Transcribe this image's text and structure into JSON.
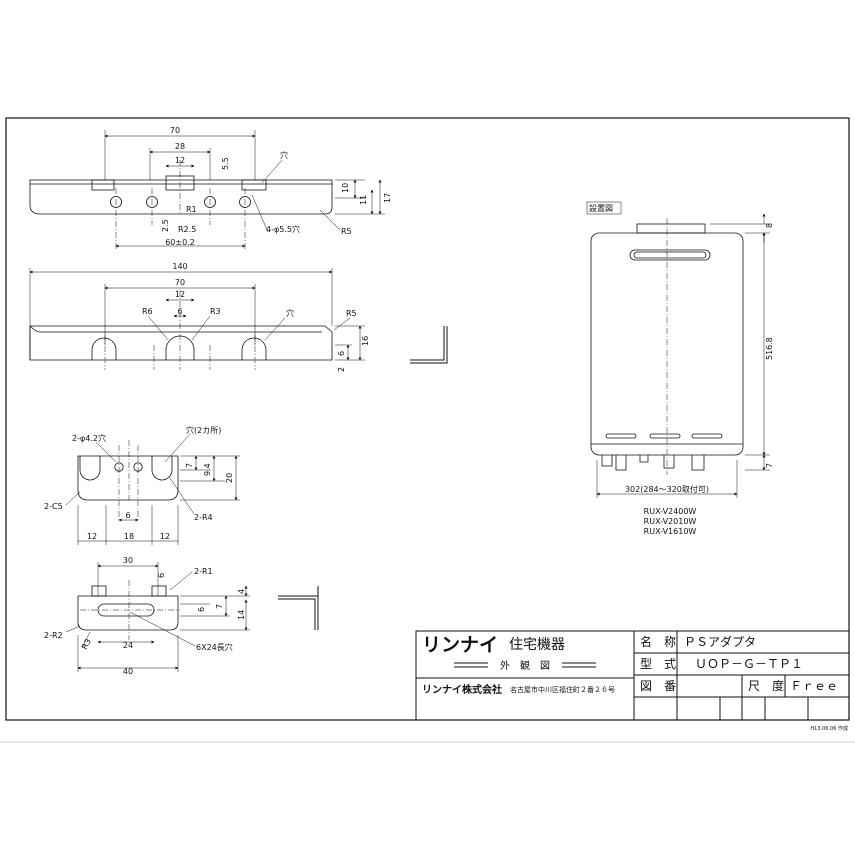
{
  "part_views": {
    "view1": {
      "dims": [
        "70",
        "28",
        "12",
        "5.5",
        "10",
        "11",
        "17",
        "2.5",
        "R2.5",
        "60±0.2",
        "4-φ5.5穴",
        "R5",
        "穴",
        "R1"
      ]
    },
    "view2": {
      "dims": [
        "140",
        "70",
        "12",
        "R6",
        "6",
        "R3",
        "穴",
        "R5",
        "6",
        "16",
        "2"
      ]
    },
    "view3": {
      "dims": [
        "2-φ4.2穴",
        "穴(2カ所)",
        "7",
        "9.4",
        "20",
        "2-C5",
        "6",
        "2-R4",
        "12",
        "18",
        "12"
      ]
    },
    "view4": {
      "dims": [
        "30",
        "2-R1",
        "6",
        "4",
        "7",
        "14",
        "2-R2",
        "R3",
        "24",
        "6X24長穴",
        "40",
        "6"
      ]
    }
  },
  "install_view": {
    "title": "設置図",
    "dim_top": "8",
    "dim_height": "516.8",
    "dim_bottom": "7",
    "dim_width": "302(284～320取付可)",
    "models": [
      "RUX-V2400W",
      "RUX-V2010W",
      "RUX-V1610W"
    ]
  },
  "title_block": {
    "brand": "リンナイ",
    "category": "住宅機器",
    "view_type": "外　観　図",
    "company": "リンナイ株式会社",
    "address": "名古屋市中川区福住町２番２６号",
    "name_label": "名　称",
    "name_value": "ＰＳアダプタ",
    "model_label": "型　式",
    "model_value": "ＵＯＰ－Ｇ－ＴＰ１",
    "drawing_no_label": "図　番",
    "scale_label": "尺　度",
    "scale_value": "Ｆｒｅｅ",
    "date_note": "H13.06.06 作成"
  }
}
